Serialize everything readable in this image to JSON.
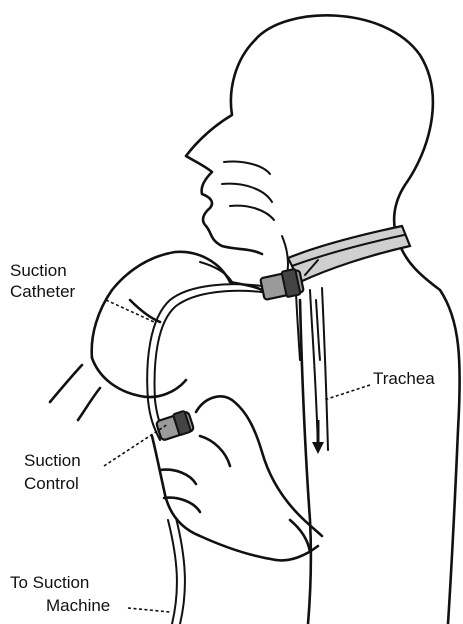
{
  "labels": {
    "suction_catheter_1": "Suction",
    "suction_catheter_2": "Catheter",
    "trachea": "Trachea",
    "suction_control_1": "Suction",
    "suction_control_2": "Control",
    "to_suction_machine_1": "To Suction",
    "to_suction_machine_2": "Machine"
  },
  "colors": {
    "ink": "#111111",
    "strap_gray": "#9a9a9a",
    "strap_light": "#cfcfcf",
    "background": "#ffffff"
  }
}
